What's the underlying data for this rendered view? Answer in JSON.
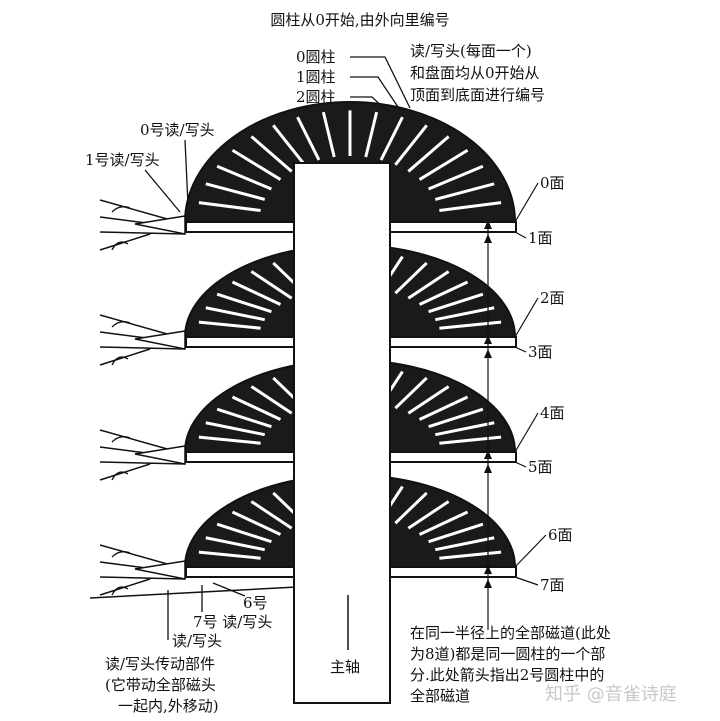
{
  "title": "圆柱从0开始,由外向里编号",
  "cylinders": [
    "0圆柱",
    "1圆柱",
    "2圆柱"
  ],
  "head_note": [
    "读/写头(每面一个)",
    "和盘面均从0开始从",
    "顶面到底面进行编号"
  ],
  "heads": [
    "0号读/写头",
    "1号读/写头",
    "6号",
    "7号  读/写头",
    "读/写头"
  ],
  "faces": [
    "0面",
    "1面",
    "2面",
    "3面",
    "4面",
    "5面",
    "6面",
    "7面"
  ],
  "actuator": [
    "读/写头传动部件",
    "(它带动全部磁头",
    "一起内,外移动)"
  ],
  "spindle": "主轴",
  "cylinder_note": [
    "在同一半径上的全部磁道(此处",
    "为8道)都是同一圆柱的一个部",
    "分.此处箭头指出2号圆柱中的",
    "全部磁道"
  ],
  "watermark": "知乎 @音雀诗庭",
  "colors": {
    "ink": "#111111",
    "background": "#ffffff"
  }
}
